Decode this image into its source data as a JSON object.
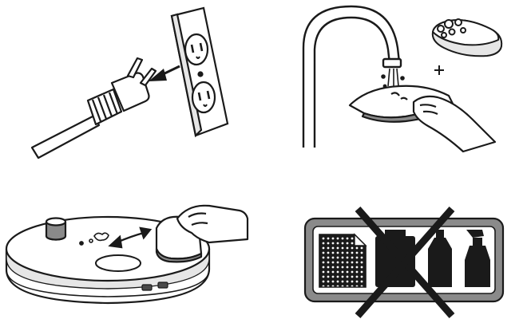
{
  "doc": {
    "style": {
      "ink": "#1a1a1a",
      "grey_light": "#e6e6e6",
      "grey_mid": "#8a8a8a",
      "grey_dark": "#4a4a4a",
      "white": "#ffffff"
    },
    "panels": [
      {
        "id": "unplug",
        "icon": "unplug-from-outlet-icon"
      },
      {
        "id": "rinse",
        "icon": "rinse-cloth-with-soap-icon"
      },
      {
        "id": "wipe",
        "icon": "wipe-base-with-cloth-icon"
      },
      {
        "id": "no-abrasives",
        "icon": "no-abrasive-cleaners-icon"
      }
    ]
  }
}
